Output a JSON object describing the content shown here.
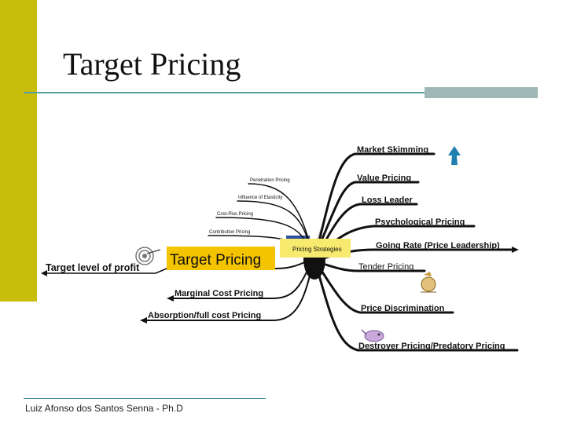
{
  "slide": {
    "title": "Target Pricing",
    "footer": "Luiz Afonso dos Santos Senna - Ph.D"
  },
  "mindmap": {
    "center": "Pricing Strategies",
    "right_branches": [
      "Market Skimming",
      "Value Pricing",
      "Loss Leader",
      "Psychological Pricing",
      "Going Rate (Price Leadership)",
      "Tender Pricing",
      "Price Discrimination",
      "Destroyer Pricing/Predatory Pricing"
    ],
    "left_small_branches": [
      "Penetration Pricing",
      "Influence of Elasticity",
      "Cost-Plus Pricing",
      "Contribution Pricing"
    ],
    "highlighted_branch": "Target Pricing",
    "highlighted_child": "Target level of profit",
    "left_large_branches": [
      "Marginal Cost Pricing",
      "Absorption/full cost Pricing"
    ]
  },
  "icons": [
    "target-icon",
    "arrow-up-icon",
    "money-bag-icon",
    "predator-icon"
  ],
  "colors": {
    "accent_bar": "#c8bc0c",
    "highlight": "#f5c400",
    "center_box": "#f7ea6e",
    "branch_line": "#1a1a1a",
    "rule": "#5a9fa3"
  }
}
